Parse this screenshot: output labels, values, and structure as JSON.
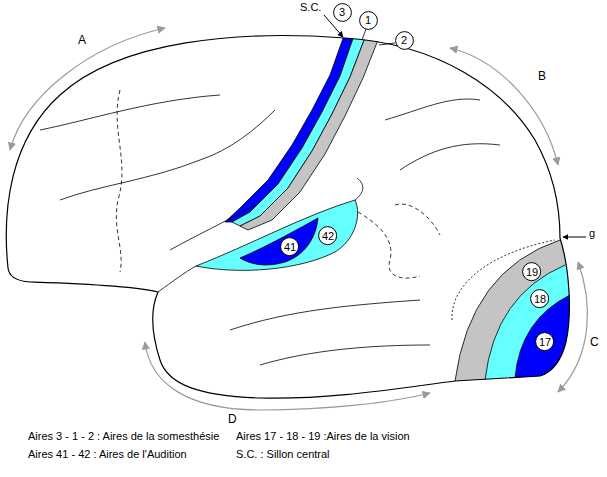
{
  "diagram": {
    "nodes": [
      {
        "text": [
          "3"
        ]
      },
      {
        "text": [
          "1"
        ]
      },
      {
        "text": [
          "2"
        ]
      },
      {
        "text": [
          "41"
        ]
      },
      {
        "text": [
          "42"
        ]
      },
      {
        "text": [
          "19"
        ]
      },
      {
        "text": [
          "18"
        ]
      },
      {
        "text": [
          "17"
        ]
      }
    ],
    "labels": [
      "S.C.",
      "A",
      "B",
      "g",
      "C",
      "D",
      "Aires 3 - 1 - 2 : Aires de la somesthésie",
      "Aires 17 - 18 - 19 :Aires de la vision",
      "Aires 41 - 42 : Aires de l'Audition",
      "S.C. : Sillon central"
    ]
  }
}
